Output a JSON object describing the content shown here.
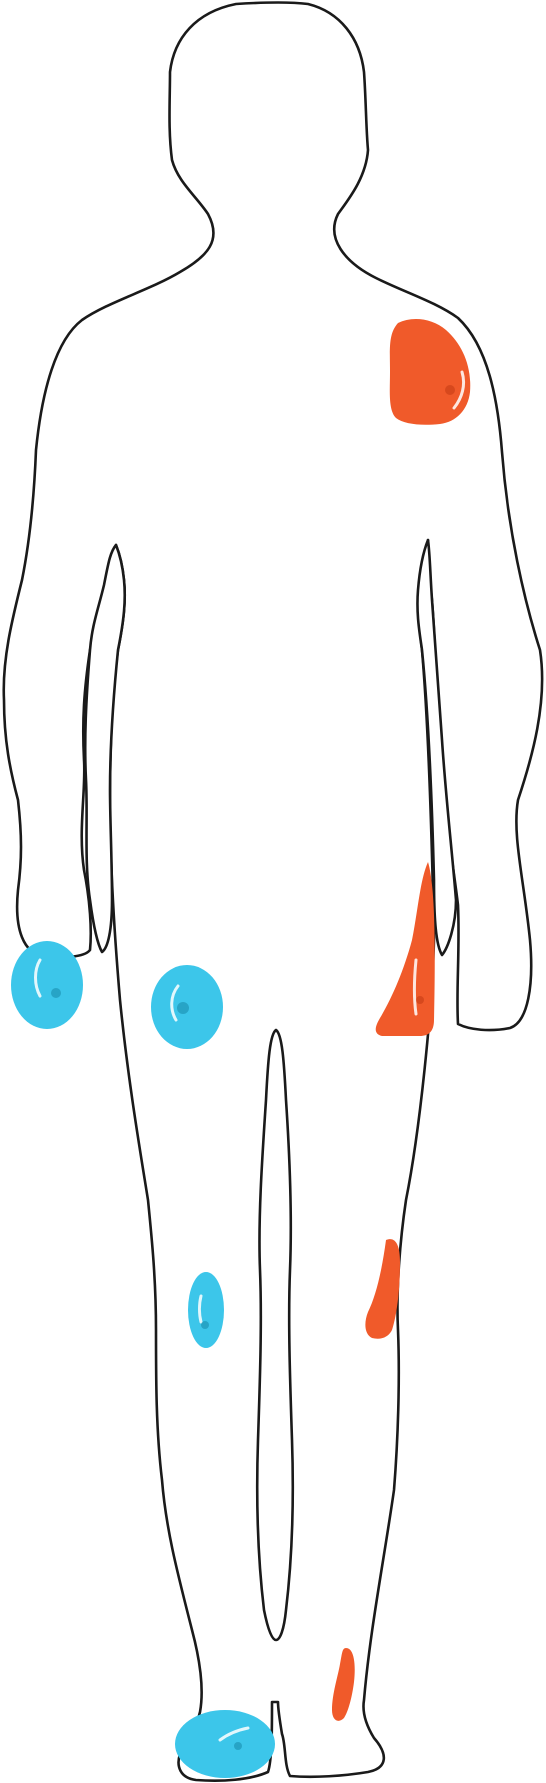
{
  "colors": {
    "outline": "#1a1a1a",
    "background": "#ffffff",
    "blue_marker": "#3cc6ea",
    "red_marker": "#f05a2a"
  },
  "figure": {
    "view": "front",
    "outline": "human-body-silhouette",
    "gaps": [
      "arm-gap-left",
      "arm-gap-right",
      "leg-gap"
    ]
  },
  "marks": [
    {
      "id": "mark-right-shoulder",
      "color": "red",
      "region": "right-shoulder",
      "shape": "blob"
    },
    {
      "id": "mark-left-hand",
      "color": "blue",
      "region": "left-hand",
      "shape": "round"
    },
    {
      "id": "mark-left-upper-thigh",
      "color": "blue",
      "region": "left-upper-thigh",
      "shape": "round"
    },
    {
      "id": "mark-right-hip",
      "color": "red",
      "region": "right-hip",
      "shape": "wedge"
    },
    {
      "id": "mark-left-knee",
      "color": "blue",
      "region": "left-knee",
      "shape": "oval"
    },
    {
      "id": "mark-right-knee",
      "color": "red",
      "region": "right-knee",
      "shape": "teardrop"
    },
    {
      "id": "mark-right-ankle",
      "color": "red",
      "region": "right-ankle",
      "shape": "teardrop"
    },
    {
      "id": "mark-left-foot",
      "color": "blue",
      "region": "left-foot",
      "shape": "oval"
    }
  ]
}
